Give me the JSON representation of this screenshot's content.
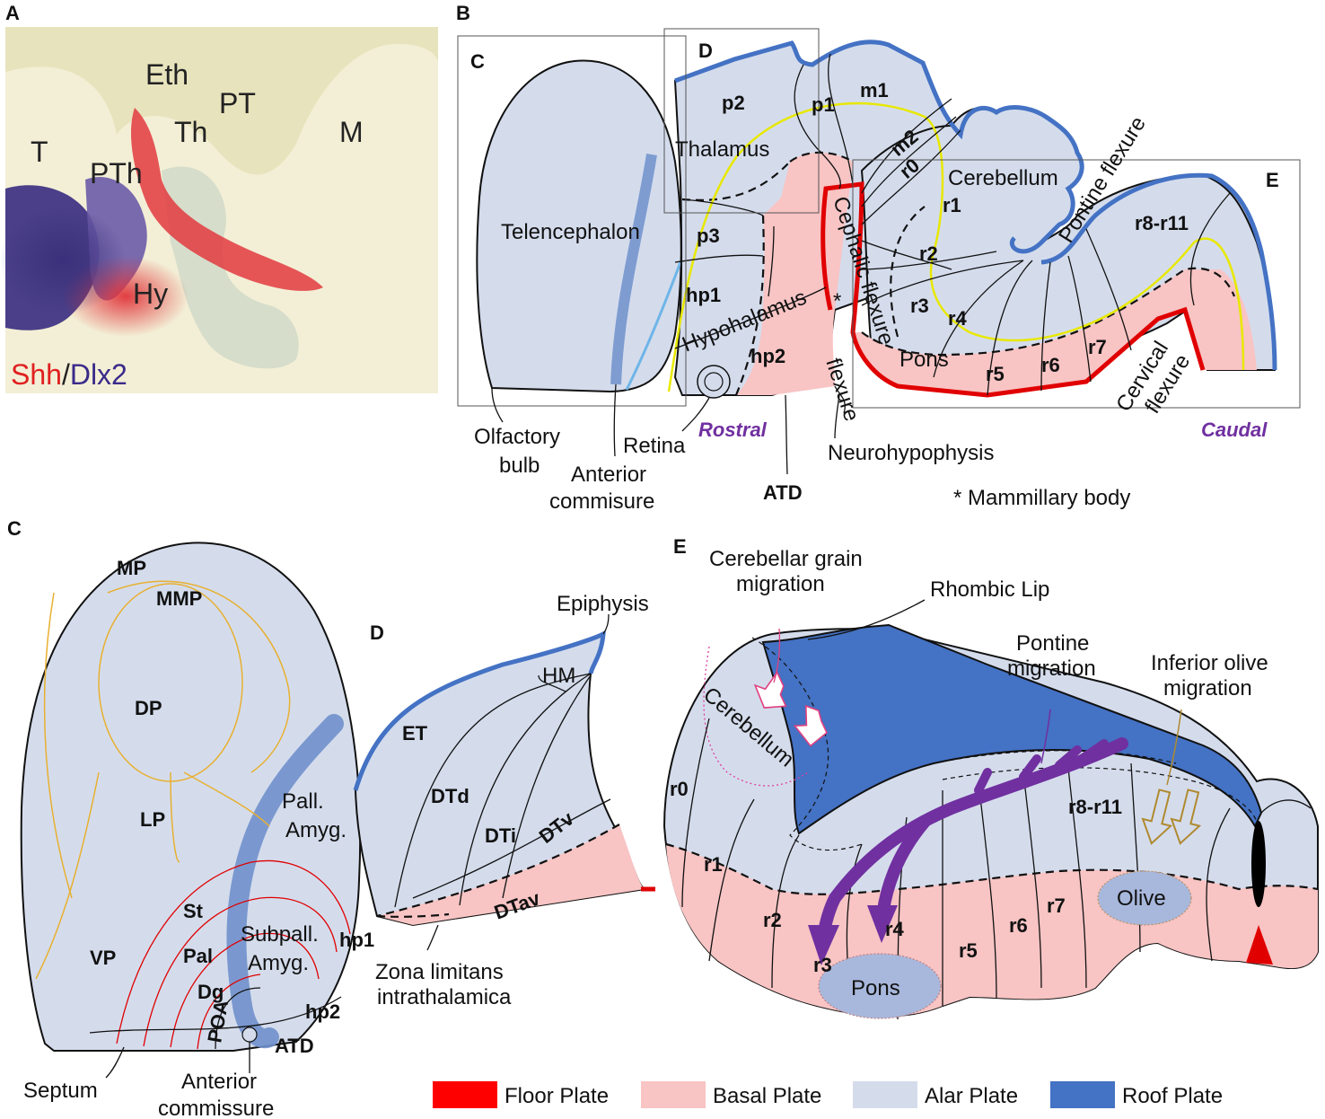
{
  "panels": {
    "A": "A",
    "B": "B",
    "C": "C",
    "D": "D",
    "E": "E"
  },
  "panel_a": {
    "labels": {
      "T": "T",
      "Eth": "Eth",
      "PT": "PT",
      "Th": "Th",
      "M": "M",
      "PTh": "PTh",
      "Hy": "Hy"
    },
    "stain_shh": "Shh",
    "stain_sep": "/",
    "stain_dlx2": "Dlx2"
  },
  "panel_b": {
    "box_c": "C",
    "box_d": "D",
    "box_e": "E",
    "regions": {
      "p2": "p2",
      "p1": "p1",
      "m1": "m1",
      "m2": "m2",
      "r0": "r0",
      "thalamus": "Thalamus",
      "cerebellum": "Cerebellum",
      "telencephalon": "Telencephalon",
      "p3": "p3",
      "r1": "r1",
      "r2": "r2",
      "r3": "r3",
      "r4": "r4",
      "r5": "r5",
      "r6": "r6",
      "r7": "r7",
      "r8r11": "r8-r11",
      "hp1": "hp1",
      "hp2": "hp2",
      "hypothalamus": "Hypohalamus",
      "pons": "Pons",
      "cephalic_flexure": "Cephalic flexure",
      "pontine_flexure": "Pontine flexure",
      "cervical_flexure_1": "Cervical",
      "cervical_flexure_2": "flexure"
    },
    "asterisk": "*",
    "rostral": "Rostral",
    "caudal": "Caudal",
    "callouts": {
      "olfactory_1": "Olfactory",
      "olfactory_2": "bulb",
      "retina": "Retina",
      "anterior_1": "Anterior",
      "anterior_2": "commisure",
      "atd": "ATD",
      "neurohypophysis": "Neurohypophysis",
      "mammillary": "* Mammillary body"
    }
  },
  "panel_c": {
    "labels": {
      "MP": "MP",
      "MMP": "MMP",
      "DP": "DP",
      "LP": "LP",
      "VP": "VP",
      "St": "St",
      "Pal": "Pal",
      "Dg": "Dg",
      "POA": "POA",
      "pall_1": "Pall.",
      "pall_2": "Amyg.",
      "subpall_1": "Subpall.",
      "subpall_2": "Amyg.",
      "hp1": "hp1",
      "hp2": "hp2",
      "ATD": "ATD"
    },
    "callouts": {
      "septum": "Septum",
      "anterior_1": "Anterior",
      "anterior_2": "commissure"
    }
  },
  "panel_d": {
    "labels": {
      "HM": "HM",
      "ET": "ET",
      "DTd": "DTd",
      "DTi": "DTi",
      "DTv": "DTv",
      "DTav": "DTav"
    },
    "callouts": {
      "epiphysis": "Epiphysis",
      "zli_1": "Zona limitans",
      "zli_2": "intrathalamica"
    }
  },
  "panel_e": {
    "labels": {
      "cerebellum": "Cerebellum",
      "r0": "r0",
      "r1": "r1",
      "r2": "r2",
      "r3": "r3",
      "r4": "r4",
      "r5": "r5",
      "r6": "r6",
      "r7": "r7",
      "r8r11": "r8-r11",
      "pons": "Pons",
      "olive": "Olive"
    },
    "callouts": {
      "grain_1": "Cerebellar grain",
      "grain_2": "migration",
      "rhombic": "Rhombic Lip",
      "pontine_1": "Pontine",
      "pontine_2": "migration",
      "olive_1": "Inferior olive",
      "olive_2": "migration"
    }
  },
  "legend": [
    {
      "label": "Floor Plate",
      "color": "#ff0000"
    },
    {
      "label": "Basal Plate",
      "color": "#f8c4c4"
    },
    {
      "label": "Alar Plate",
      "color": "#d4dcec"
    },
    {
      "label": "Roof Plate",
      "color": "#4472c4"
    }
  ],
  "colors": {
    "alar": "#d4dcec",
    "basal": "#f8c4c4",
    "floor": "#ff0000",
    "roof": "#4472c4",
    "shh_text": "#e02020",
    "dlx2_text": "#3a2a8a",
    "direction_text": "#7030a0"
  }
}
